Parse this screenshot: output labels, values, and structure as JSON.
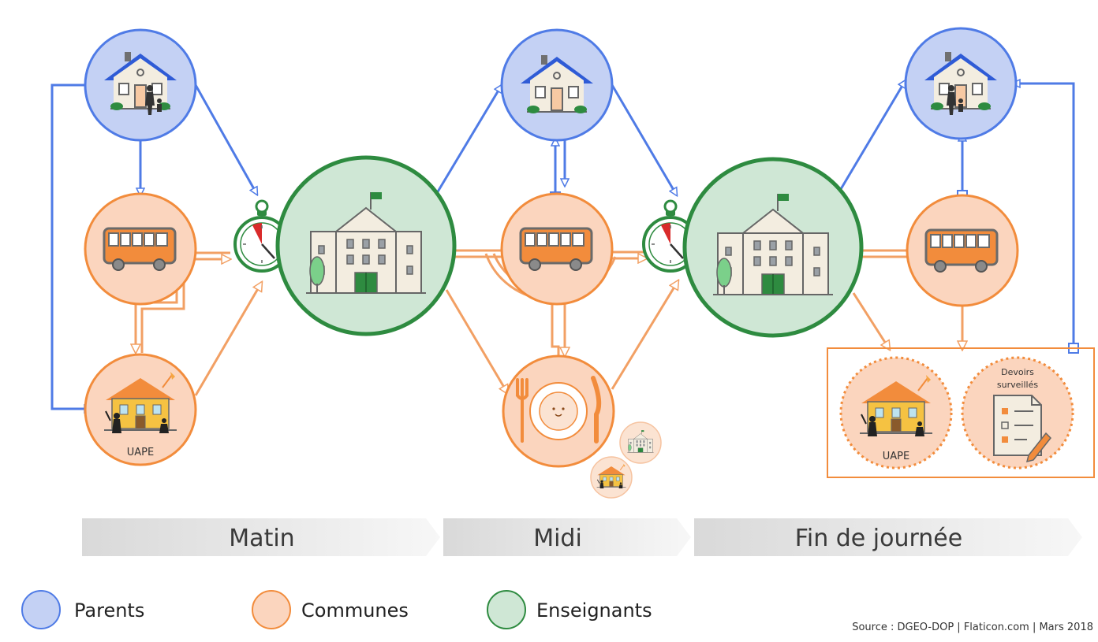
{
  "nodes": {
    "uape_label": "UAPE",
    "uape_box_label": "UAPE",
    "devoirs_line1": "Devoirs",
    "devoirs_line2": "surveillés"
  },
  "timeline": {
    "phases": [
      "Matin",
      "Midi",
      "Fin de journée"
    ]
  },
  "legend": {
    "items": [
      {
        "label": "Parents",
        "color": "#b8c8f3",
        "stroke": "#6e8fe0"
      },
      {
        "label": "Communes",
        "color": "#fbd3bb",
        "stroke": "#ef9a66"
      },
      {
        "label": "Enseignants",
        "color": "#c6e2cf",
        "stroke": "#2e8b40"
      }
    ]
  },
  "source": "Source : DGEO-DOP | Flaticon.com | Mars 2018",
  "colors": {
    "parents_fill": "#c4d1f4",
    "parents_stroke": "#4f7be6",
    "communes_fill": "#fbd5be",
    "communes_stroke": "#f28c3c",
    "enseignants_fill": "#cfe7d5",
    "enseignants_stroke": "#2e8b40",
    "blue_arrow": "#4f7be6",
    "orange_arrow": "#f2a064"
  }
}
